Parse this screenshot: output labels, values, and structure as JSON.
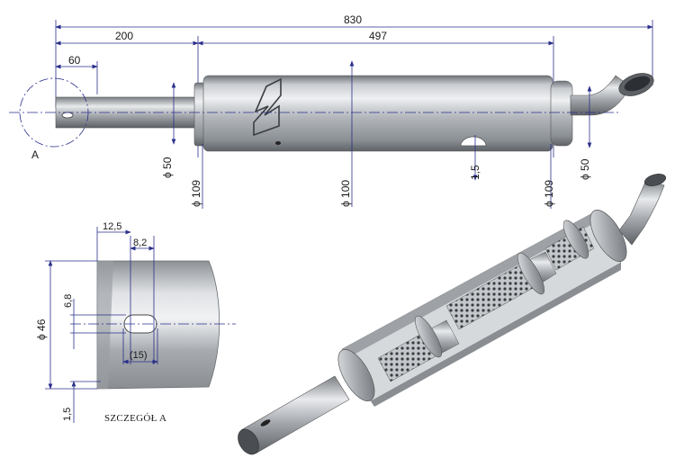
{
  "dimensions": {
    "overall_length": "830",
    "inlet_length": "200",
    "body_length": "497",
    "stub_length": "60",
    "inlet_pipe_dia": "ϕ 50",
    "flange_left_dia": "ϕ 109",
    "body_dia": "ϕ 100",
    "wall_thickness": "1,5",
    "flange_right_dia": "ϕ 109",
    "outlet_pipe_dia": "ϕ 50"
  },
  "detail_label": "A",
  "detail": {
    "slot_offset": "12,5",
    "slot_width": "8,2",
    "slot_height": "6,8",
    "pipe_dia": "ϕ 46",
    "slot_length": "(15)",
    "wall": "1,5",
    "caption": "SZCZEGÓŁ A"
  },
  "colors": {
    "dimension_line": "#2a2f8a",
    "metal": "#a9adb2"
  }
}
